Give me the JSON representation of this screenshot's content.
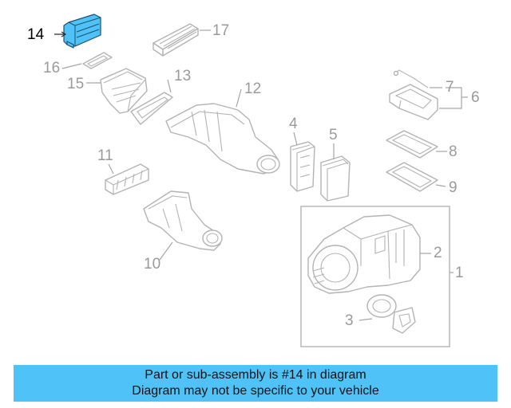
{
  "diagram": {
    "highlighted_part": "14",
    "highlight_color": "#4fc3f7",
    "callouts": {
      "p1": "1",
      "p2": "2",
      "p3": "3",
      "p4": "4",
      "p5": "5",
      "p6": "6",
      "p7": "7",
      "p8": "8",
      "p9": "9",
      "p10": "10",
      "p11": "11",
      "p12": "12",
      "p13": "13",
      "p14": "14",
      "p15": "15",
      "p16": "16",
      "p17": "17"
    }
  },
  "banner": {
    "line1": "Part or sub-assembly is #14 in diagram",
    "line2": "Diagram may not be specific to your vehicle",
    "background": "#4fc3f7"
  }
}
